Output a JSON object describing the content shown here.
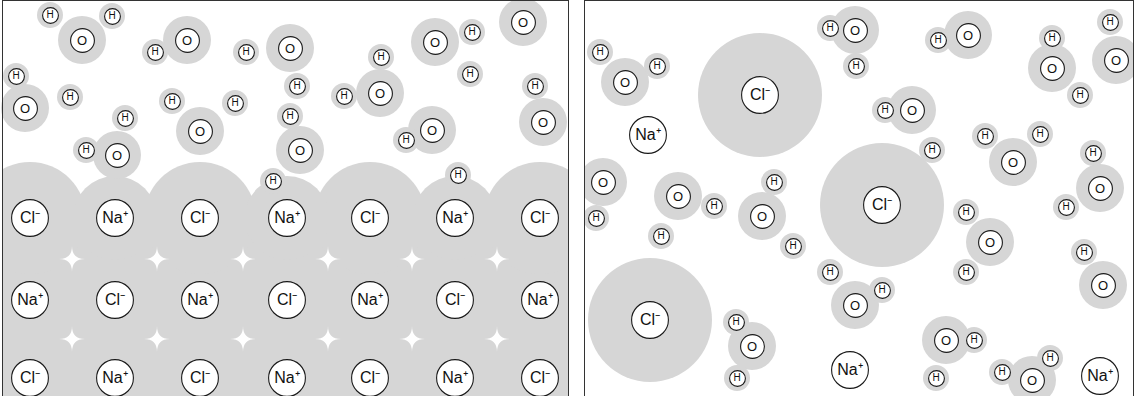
{
  "diagram": {
    "nodes": [
      {
        "text": [
          "O"
        ]
      },
      {
        "text": [
          "H"
        ]
      },
      {
        "text": [
          "H"
        ]
      },
      {
        "text": [
          "O"
        ]
      },
      {
        "text": [
          "H"
        ]
      },
      {
        "text": [
          "O"
        ]
      },
      {
        "text": [
          "H"
        ]
      },
      {
        "text": [
          "H"
        ]
      },
      {
        "text": [
          "O"
        ]
      },
      {
        "text": [
          "H"
        ]
      },
      {
        "text": [
          "H"
        ]
      },
      {
        "text": [
          "O"
        ]
      },
      {
        "text": [
          "H"
        ]
      },
      {
        "text": [
          "H"
        ]
      },
      {
        "text": [
          "O"
        ]
      },
      {
        "text": [
          "O"
        ]
      },
      {
        "text": [
          "H"
        ]
      },
      {
        "text": [
          "H"
        ]
      },
      {
        "text": [
          "O"
        ]
      },
      {
        "text": [
          "H"
        ]
      },
      {
        "text": [
          "H"
        ]
      },
      {
        "text": [
          "O"
        ]
      },
      {
        "text": [
          "H"
        ]
      },
      {
        "text": [
          "H"
        ]
      },
      {
        "text": [
          "O"
        ]
      },
      {
        "text": [
          "H"
        ]
      },
      {
        "text": [
          "H"
        ]
      },
      {
        "text": [
          "O"
        ]
      },
      {
        "text": [
          "H"
        ]
      },
      {
        "text": [
          "H"
        ]
      },
      {
        "text": [
          "O"
        ]
      },
      {
        "text": [
          "H"
        ]
      },
      {
        "text": [
          "Cl⁻"
        ]
      },
      {
        "text": [
          "Na⁺"
        ]
      },
      {
        "text": [
          "Cl⁻"
        ]
      },
      {
        "text": [
          "Na⁺"
        ]
      },
      {
        "text": [
          "Cl⁻"
        ]
      },
      {
        "text": [
          "Na⁺"
        ]
      },
      {
        "text": [
          "Cl⁻"
        ]
      },
      {
        "text": [
          "Na⁺"
        ]
      },
      {
        "text": [
          "Cl⁻"
        ]
      },
      {
        "text": [
          "Na⁺"
        ]
      },
      {
        "text": [
          "Cl⁻"
        ]
      },
      {
        "text": [
          "Na⁺"
        ]
      },
      {
        "text": [
          "Cl⁻"
        ]
      },
      {
        "text": [
          "Na⁺"
        ]
      },
      {
        "text": [
          "Cl⁻"
        ]
      },
      {
        "text": [
          "Na⁺"
        ]
      },
      {
        "text": [
          "Cl⁻"
        ]
      },
      {
        "text": [
          "Na⁺"
        ]
      },
      {
        "text": [
          "Cl⁻"
        ]
      },
      {
        "text": [
          "Na⁺"
        ]
      },
      {
        "text": [
          "Cl⁻"
        ]
      },
      {
        "text": [
          "Cl⁻"
        ]
      },
      {
        "text": [
          "Na⁺"
        ]
      },
      {
        "text": [
          "Cl⁻"
        ]
      },
      {
        "text": [
          "Cl⁻"
        ]
      },
      {
        "text": [
          "Na⁺"
        ]
      },
      {
        "text": [
          "Na⁺"
        ]
      },
      {
        "text": [
          "O"
        ]
      },
      {
        "text": [
          "H"
        ]
      },
      {
        "text": [
          "H"
        ]
      },
      {
        "text": [
          "O"
        ]
      },
      {
        "text": [
          "H"
        ]
      },
      {
        "text": [
          "H"
        ]
      },
      {
        "text": [
          "O"
        ]
      },
      {
        "text": [
          "H"
        ]
      },
      {
        "text": [
          "O"
        ]
      },
      {
        "text": [
          "H"
        ]
      },
      {
        "text": [
          "H"
        ]
      },
      {
        "text": [
          "O"
        ]
      },
      {
        "text": [
          "H"
        ]
      },
      {
        "text": [
          "O"
        ]
      },
      {
        "text": [
          "H"
        ]
      },
      {
        "text": [
          "H"
        ]
      },
      {
        "text": [
          "O"
        ]
      },
      {
        "text": [
          "H"
        ]
      },
      {
        "text": [
          "H"
        ]
      },
      {
        "text": [
          "O"
        ]
      },
      {
        "text": [
          "H"
        ]
      },
      {
        "text": [
          "H"
        ]
      },
      {
        "text": [
          "O"
        ]
      },
      {
        "text": [
          "H"
        ]
      },
      {
        "text": [
          "O"
        ]
      },
      {
        "text": [
          "H"
        ]
      },
      {
        "text": [
          "H"
        ]
      },
      {
        "text": [
          "O"
        ]
      },
      {
        "text": [
          "H"
        ]
      },
      {
        "text": [
          "H"
        ]
      },
      {
        "text": [
          "O"
        ]
      },
      {
        "text": [
          "H"
        ]
      },
      {
        "text": [
          "H"
        ]
      },
      {
        "text": [
          "O"
        ]
      },
      {
        "text": [
          "H"
        ]
      },
      {
        "text": [
          "H"
        ]
      },
      {
        "text": [
          "O"
        ]
      },
      {
        "text": [
          "H"
        ]
      },
      {
        "text": [
          "O"
        ]
      },
      {
        "text": [
          "H"
        ]
      },
      {
        "text": [
          "H"
        ]
      },
      {
        "text": [
          "O"
        ]
      },
      {
        "text": [
          "H"
        ]
      },
      {
        "text": [
          "H"
        ]
      },
      {
        "text": [
          "O"
        ]
      },
      {
        "text": [
          "H"
        ]
      },
      {
        "text": [
          "H"
        ]
      }
    ]
  }
}
